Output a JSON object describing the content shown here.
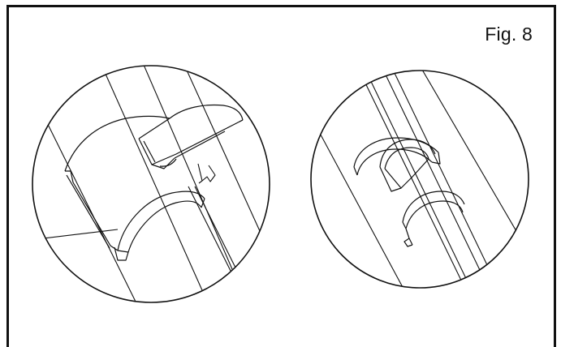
{
  "figure": {
    "label": "Fig. 8"
  },
  "details": [
    {
      "name": "clip-open-detail"
    },
    {
      "name": "clip-closed-detail"
    }
  ],
  "colors": {
    "line": "#111111",
    "background": "#ffffff"
  }
}
